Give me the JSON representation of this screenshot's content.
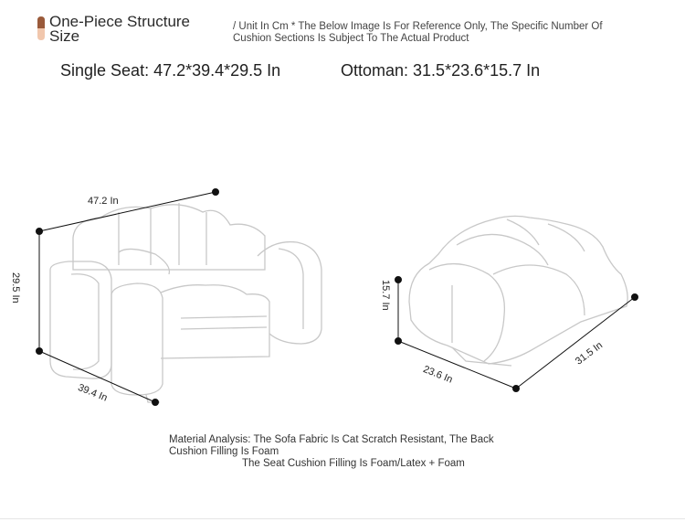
{
  "header": {
    "title_line1": "One-Piece Structure",
    "title_line2": "Size",
    "note": "/ Unit In Cm * The Below Image Is For Reference Only, The Specific Number Of Cushion Sections Is Subject To The Actual Product",
    "badge_colors": {
      "top": "#9a5a3a",
      "bottom": "#f1c7ad"
    }
  },
  "dimensions": {
    "single_seat": "Single Seat: 47.2*39.4*29.5 In",
    "ottoman": "Ottoman: 31.5*23.6*15.7 In"
  },
  "sofa_labels": {
    "width": "47.2 In",
    "height": "29.5 In",
    "depth": "39.4 In"
  },
  "ottoman_labels": {
    "height": "15.7 In",
    "width": "23.6 In",
    "depth": "31.5 In"
  },
  "material": {
    "line1": "Material Analysis: The Sofa Fabric Is Cat Scratch Resistant, The Back Cushion Filling Is Foam",
    "line2": "The Seat Cushion Filling Is Foam/Latex + Foam"
  }
}
